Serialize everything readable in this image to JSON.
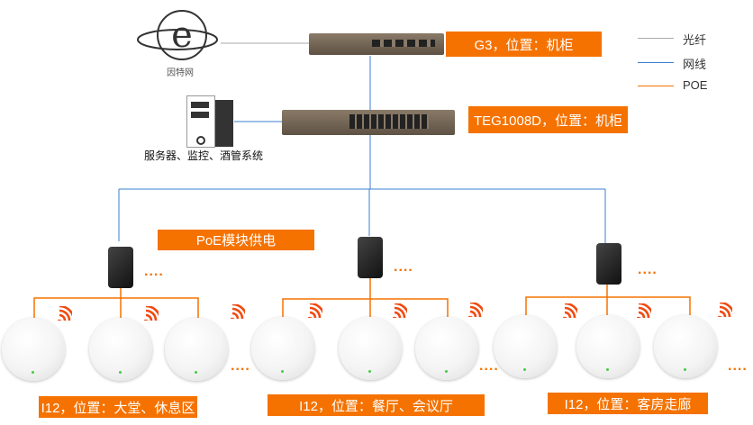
{
  "internet_label": "因特网",
  "server_label": "服务器、监控、酒管系统",
  "router_tag": "G3，位置：机柜",
  "switch_tag": "TEG1008D，位置：机柜",
  "poe_tag": "PoE模块供电",
  "legend": [
    {
      "label": "光纤",
      "color": "#aaaaaa"
    },
    {
      "label": "网线",
      "color": "#3a7fd0"
    },
    {
      "label": "POE",
      "color": "#f57200"
    }
  ],
  "ap_groups": [
    {
      "tag": "I12，位置：大堂、休息区"
    },
    {
      "tag": "I12，位置：餐厅、会议厅"
    },
    {
      "tag": "I12，位置：客房走廊"
    }
  ],
  "dots": "....",
  "colors": {
    "accent": "#f57200",
    "cable": "#3a7fd0",
    "fiber": "#aaaaaa"
  }
}
